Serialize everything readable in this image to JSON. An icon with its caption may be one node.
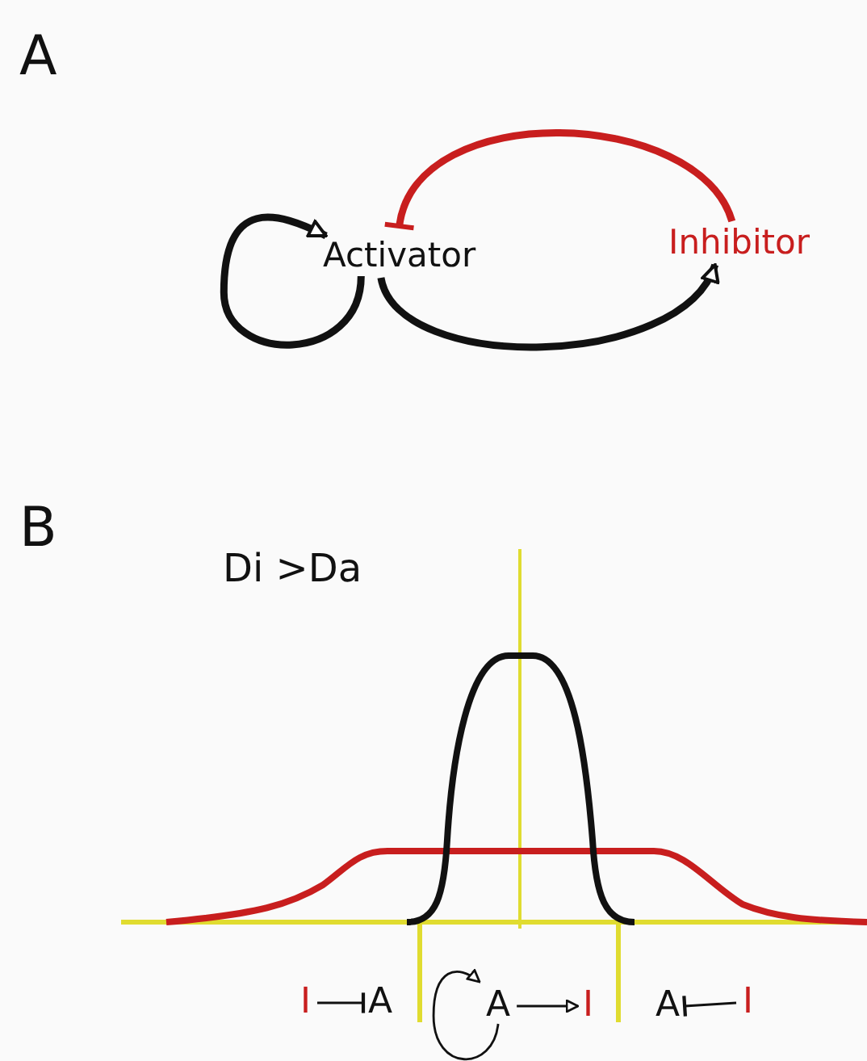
{
  "diagram": {
    "nodes": [
      {
        "text": [
          "Activator"
        ]
      },
      {
        "text": [
          "Inhibitor"
        ]
      },
      {
        "text": [
          "I"
        ]
      },
      {
        "text": [
          "A"
        ]
      },
      {
        "text": [
          "A"
        ]
      },
      {
        "text": [
          "I"
        ]
      },
      {
        "text": [
          "A"
        ]
      },
      {
        "text": [
          "I"
        ]
      }
    ],
    "edges": [
      {
        "from": 0,
        "to": 0,
        "arrow": "to",
        "style": "thick"
      },
      {
        "from": 0,
        "to": 1,
        "arrow": "to",
        "style": "thick"
      },
      {
        "from": 1,
        "to": 0,
        "arrow": "other",
        "style": "thick",
        "color": "#c81e1e"
      },
      {
        "from": 2,
        "to": 3,
        "arrow": "other"
      },
      {
        "from": 4,
        "to": 4,
        "arrow": "to"
      },
      {
        "from": 4,
        "to": 5,
        "arrow": "to"
      },
      {
        "from": 7,
        "to": 6,
        "arrow": "other"
      }
    ],
    "labels": [
      "A",
      "B",
      "Di >Da"
    ]
  }
}
